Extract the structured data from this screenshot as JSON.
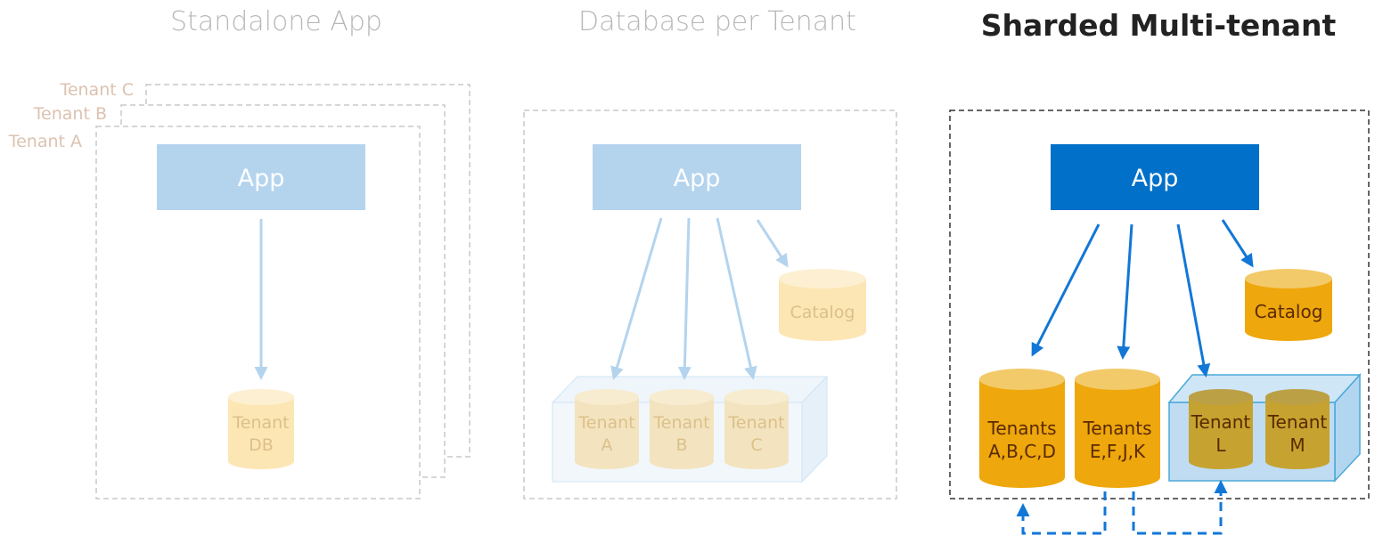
{
  "columns": {
    "standalone": {
      "title": "Standalone App",
      "tenant_labels": [
        "Tenant C",
        "Tenant B",
        "Tenant A"
      ],
      "app_label": "App",
      "db_label": [
        "Tenant",
        "DB"
      ]
    },
    "per_tenant": {
      "title": "Database per Tenant",
      "app_label": "App",
      "catalog_label": "Catalog",
      "dbs": [
        {
          "line1": "Tenant",
          "line2": "A"
        },
        {
          "line1": "Tenant",
          "line2": "B"
        },
        {
          "line1": "Tenant",
          "line2": "C"
        }
      ]
    },
    "sharded": {
      "title": "Sharded Multi-tenant",
      "app_label": "App",
      "catalog_label": "Catalog",
      "shards": [
        {
          "line1": "Tenants",
          "line2": "A,B,C,D"
        },
        {
          "line1": "Tenants",
          "line2": "E,F,J,K"
        }
      ],
      "pool_dbs": [
        {
          "line1": "Tenant",
          "line2": "L"
        },
        {
          "line1": "Tenant",
          "line2": "M"
        }
      ]
    }
  },
  "colors": {
    "faded_blue": "#b4d4ee",
    "faded_orange": "#fce6b4",
    "faded_orange_top": "#fdf0d2",
    "faded_text": "#dcc08a",
    "tenant_label": "#dcc2b0",
    "title_faded": "#b8b8b8",
    "app_blue": "#0070c9",
    "db_orange": "#eea70c",
    "db_orange_top": "#f3ca6a",
    "db_text": "#5a2a00",
    "pool_fill": "#bfdcf3",
    "pool_stroke": "#4aa8d8",
    "pool_db": "#c6a230",
    "pool_db_top": "#bba046",
    "arrow_blue": "#1277d6",
    "dash_gray": "#c8c8c8",
    "dash_dark": "#333333"
  }
}
